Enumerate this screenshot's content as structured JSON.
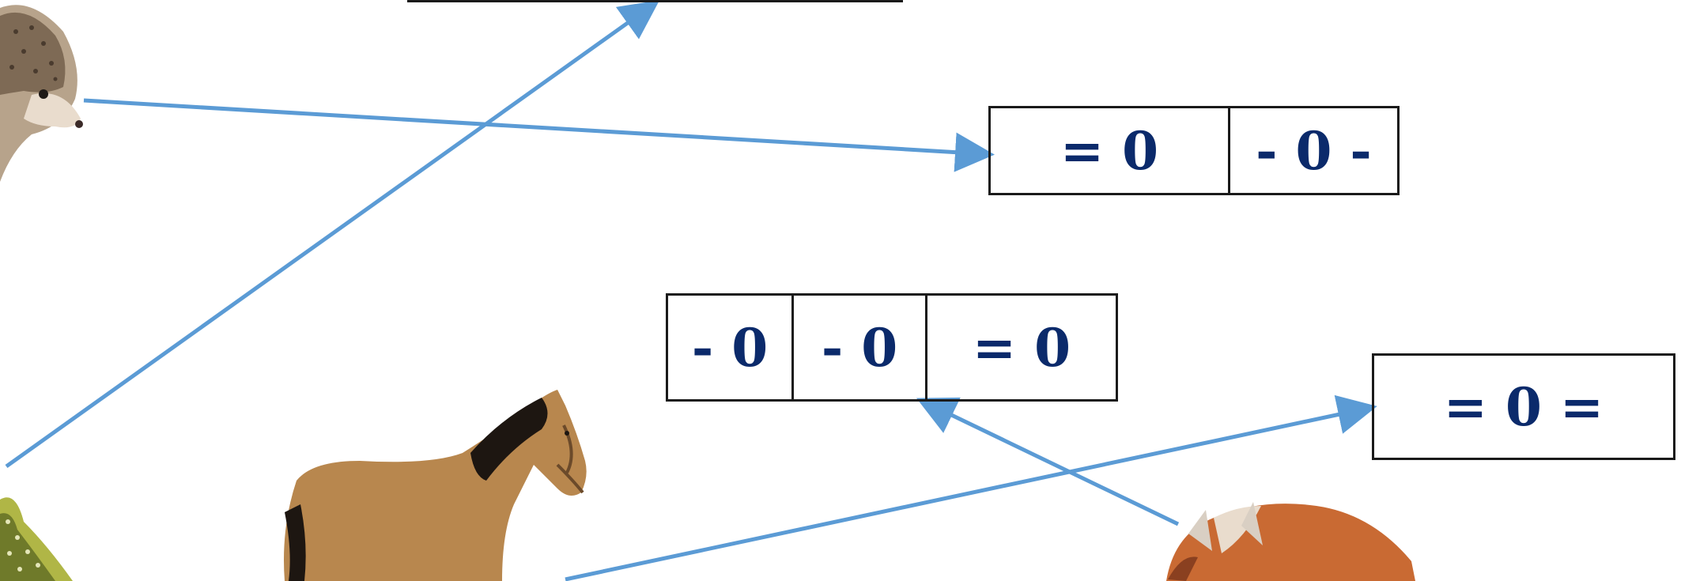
{
  "colors": {
    "arrow": "#5b9bd5",
    "cell_text": "#0b2a6b",
    "cell_border": "#1a1a1a",
    "background": "#ffffff"
  },
  "pictures": [
    {
      "name": "hedgehog",
      "icon": "hedgehog-picture"
    },
    {
      "name": "fish",
      "icon": "fish-picture"
    },
    {
      "name": "horse",
      "icon": "horse-picture"
    },
    {
      "name": "fox",
      "icon": "fox-picture"
    }
  ],
  "schemes": {
    "top_partial": {
      "cells": [
        "",
        "",
        ""
      ]
    },
    "hedgehog": {
      "cells": [
        "= 0",
        "- 0 -"
      ]
    },
    "middle": {
      "cells": [
        "- 0",
        "- 0",
        "= 0"
      ]
    },
    "right": {
      "cells": [
        "= 0 ="
      ]
    }
  },
  "arrows": [
    {
      "from": "fish",
      "to": "top_partial"
    },
    {
      "from": "hedgehog",
      "to": "hedgehog"
    },
    {
      "from": "fox",
      "to": "middle"
    },
    {
      "from": "horse",
      "to": "right"
    }
  ]
}
